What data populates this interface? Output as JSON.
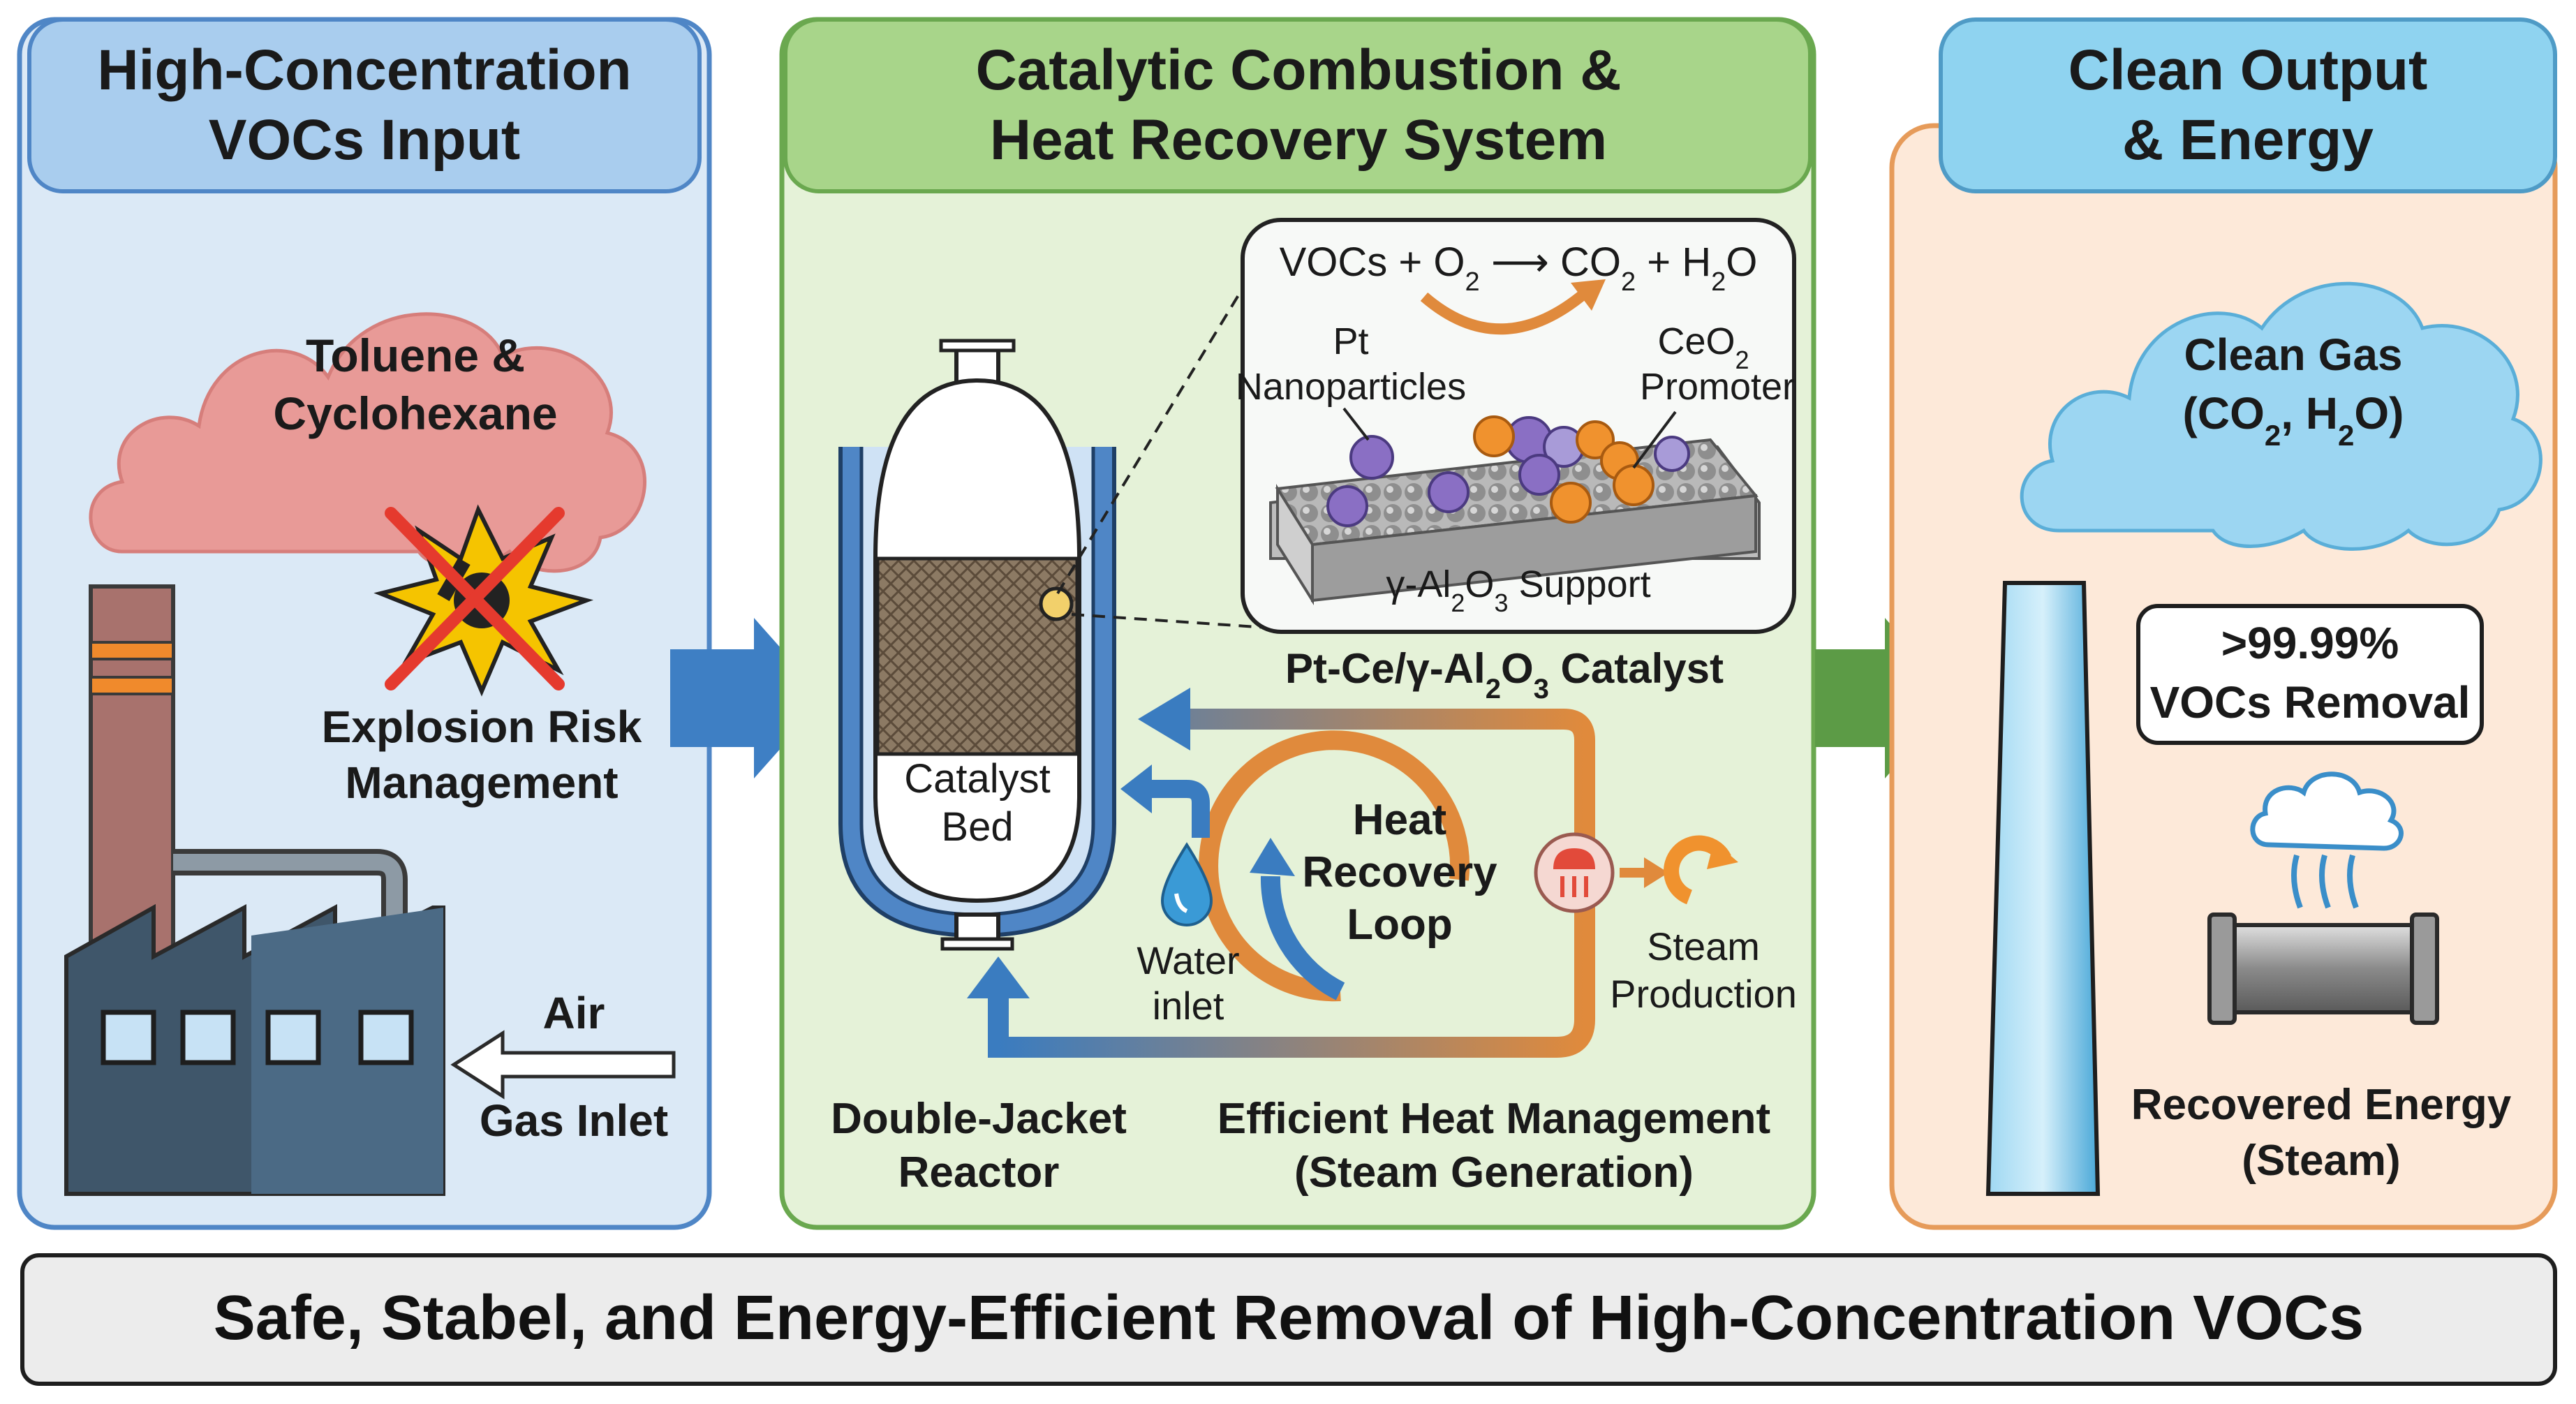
{
  "colors": {
    "left_panel_fill": "#dbe9f6",
    "left_panel_stroke": "#4f86c6",
    "left_header_fill": "#a9cdee",
    "mid_panel_fill": "#e5f2d8",
    "mid_panel_stroke": "#6aa84f",
    "mid_header_fill": "#a8d58a",
    "right_panel_fill": "#fde9d9",
    "right_panel_stroke": "#e69b5a",
    "right_header_fill": "#8fd3f0",
    "arrow_blue": "#3e7fc4",
    "arrow_green": "#5c9b46",
    "loop_orange": "#e08a3c",
    "loop_blue": "#3a7cc0",
    "cloud_red": "#e89a97",
    "cloud_blue": "#9cd6f2",
    "footer_fill": "#ececec"
  },
  "icons": [
    "factory-icon",
    "smoke-cloud-icon",
    "explosion-icon",
    "cross-mark-icon",
    "flow-arrow-icon",
    "reactor-icon",
    "water-drop-icon",
    "steam-icon",
    "catalyst-particles-icon",
    "chimney-icon",
    "clean-cloud-icon",
    "steam-pipe-icon"
  ],
  "left_panel": {
    "title_line1": "High-Concentration",
    "title_line2": "VOCs Input",
    "cloud_line1": "Toluene &",
    "cloud_line2": "Cyclohexane",
    "risk_line1": "Explosion Risk",
    "risk_line2": "Management",
    "air_label": "Air",
    "gas_inlet_label": "Gas Inlet"
  },
  "middle_panel": {
    "title_line1": "Catalytic Combustion &",
    "title_line2": "Heat Recovery System",
    "reaction_lhs": "VOCs + O",
    "reaction_o2_sub": "2",
    "reaction_arrow": " ⟶ CO",
    "reaction_co2_sub": "2",
    "reaction_plus": " + H",
    "reaction_h2o_sub": "2",
    "reaction_h2o_end": "O",
    "pt_line1": "Pt",
    "pt_line2": "Nanoparticles",
    "ceo2_main": "CeO",
    "ceo2_sub": "2",
    "promoter": "Promoter",
    "support_a": "γ-Al",
    "support_sub1": "2",
    "support_b": "O",
    "support_sub2": "3",
    "support_c": " Support",
    "catalyst_a": "Pt-Ce/γ-Al",
    "catalyst_sub1": "2",
    "catalyst_b": "O",
    "catalyst_sub2": "3",
    "catalyst_c": " Catalyst",
    "bed_line1": "Catalyst",
    "bed_line2": "Bed",
    "loop_line1": "Heat",
    "loop_line2": "Recovery",
    "loop_line3": "Loop",
    "water_line1": "Water",
    "water_line2": "inlet",
    "steam_line1": "Steam",
    "steam_line2": "Production",
    "reactor_line1": "Double-Jacket",
    "reactor_line2": "Reactor",
    "mgmt_line1": "Efficient Heat Management",
    "mgmt_line2": "(Steam Generation)"
  },
  "right_panel": {
    "title_line1": "Clean Output",
    "title_line2": "& Energy",
    "cloud_line1": "Clean Gas",
    "cloud_a": "(CO",
    "cloud_sub1": "2",
    "cloud_b": ", H",
    "cloud_sub2": "2",
    "cloud_c": "O)",
    "removal_line1": ">99.99%",
    "removal_line2": "VOCs Removal",
    "energy_line1": "Recovered Energy",
    "energy_line2": "(Steam)"
  },
  "footer": {
    "text": "Safe, Stabel, and Energy-Efficient Removal of High-Concentration VOCs"
  }
}
